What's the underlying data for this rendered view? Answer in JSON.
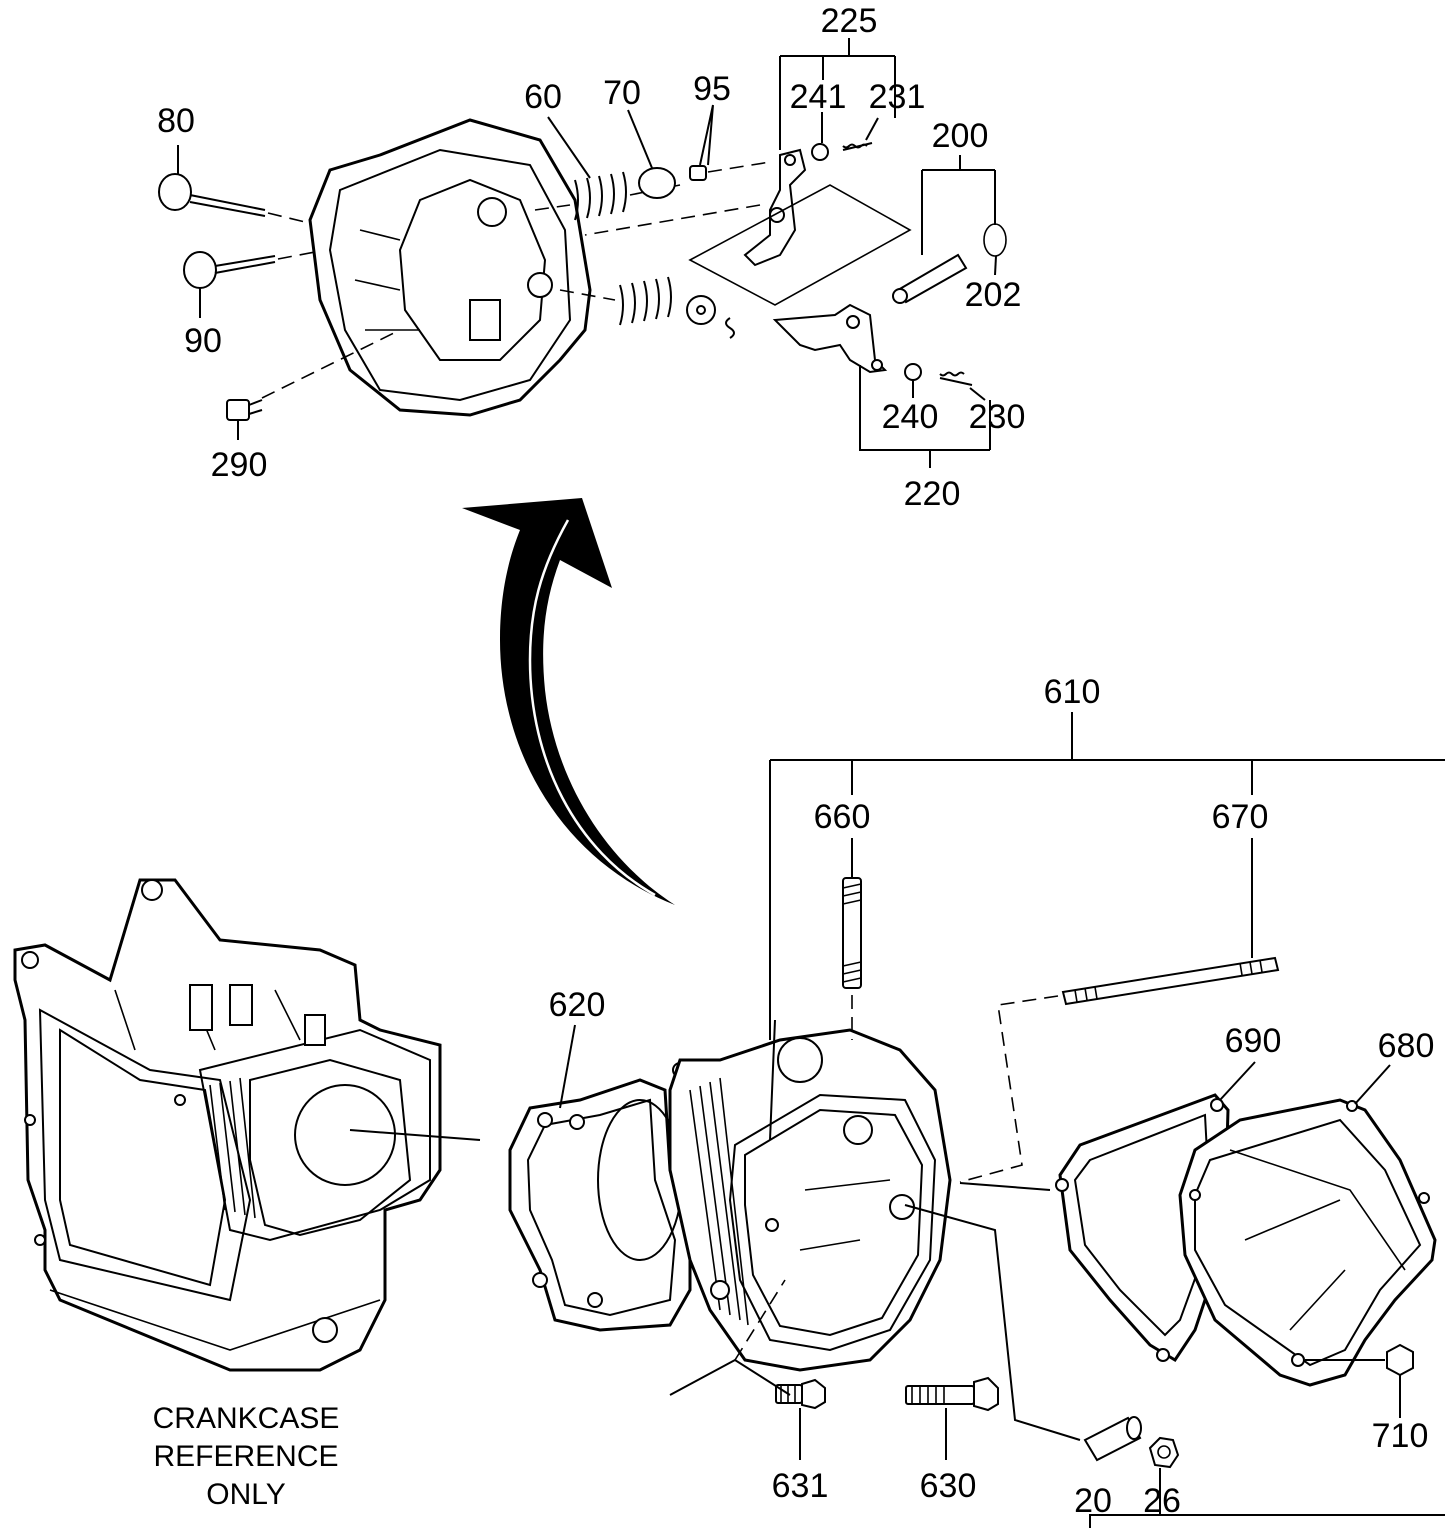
{
  "callouts": {
    "c225": "225",
    "c241": "241",
    "c231": "231",
    "c60": "60",
    "c70": "70",
    "c95": "95",
    "c80": "80",
    "c200": "200",
    "c202": "202",
    "c90": "90",
    "c240": "240",
    "c230": "230",
    "c290": "290",
    "c220": "220",
    "c610": "610",
    "c660": "660",
    "c670": "670",
    "c620": "620",
    "c690": "690",
    "c680": "680",
    "c710": "710",
    "c631": "631",
    "c630": "630",
    "c20": "20",
    "c26": "26"
  },
  "caption": {
    "line1": "CRANKCASE",
    "line2": "REFERENCE",
    "line3": "ONLY"
  }
}
